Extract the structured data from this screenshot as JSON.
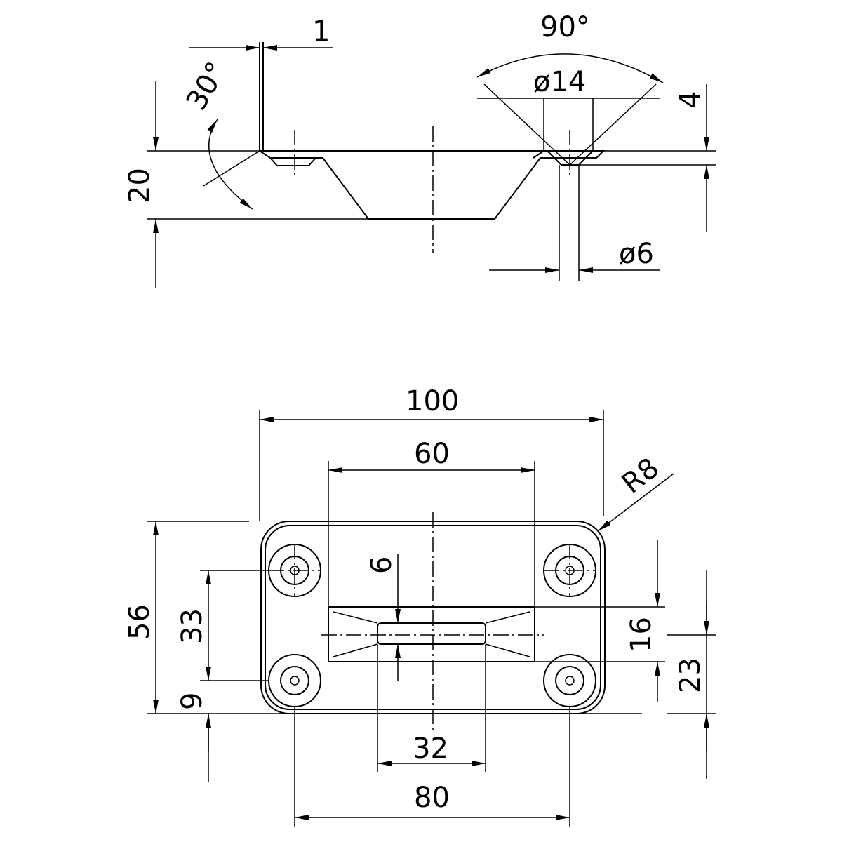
{
  "side_view": {
    "dim_thickness": "1",
    "dim_countersink_angle": "90°",
    "dim_wall_angle": "30°",
    "dim_countersink_dia": "ø14",
    "dim_countersink_depth": "4",
    "dim_height": "20",
    "dim_hole_dia": "ø6"
  },
  "top_view": {
    "dim_width": "100",
    "dim_recess_width": "60",
    "dim_corner_radius": "R8",
    "dim_height": "56",
    "dim_hole_spacing_v": "33",
    "dim_slot_height": "6",
    "dim_recess_height": "16",
    "dim_recess_offset": "23",
    "dim_hole_edge": "9",
    "dim_slot_width": "32",
    "dim_hole_spacing_h": "80"
  },
  "colors": {
    "line": "#000000",
    "background": "#ffffff"
  }
}
